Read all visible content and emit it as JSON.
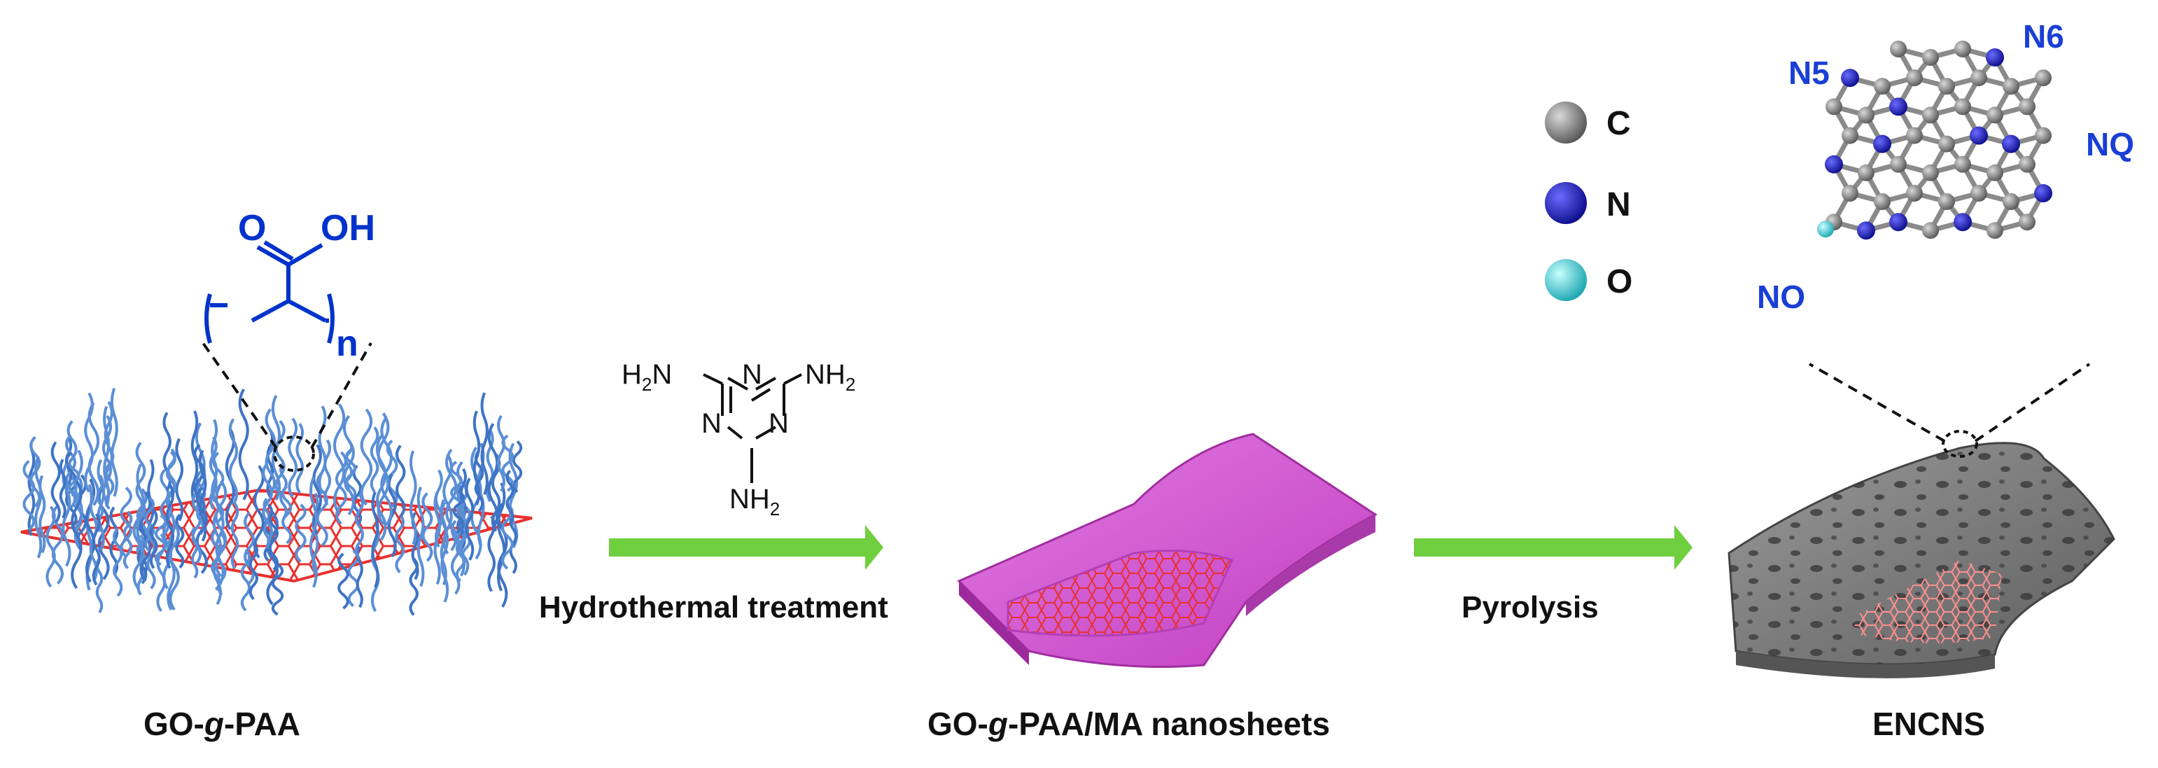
{
  "stages": [
    {
      "label_pre": "GO-",
      "label_em": "g",
      "label_post": "-PAA"
    },
    {
      "label_pre": "GO-",
      "label_em": "g",
      "label_post": "-PAA/MA nanosheets"
    },
    {
      "label": "ENCNS"
    }
  ],
  "steps": [
    {
      "label": "Hydrothermal treatment"
    },
    {
      "label": "Pyrolysis"
    }
  ],
  "paa": {
    "o": "O",
    "oh": "OH",
    "n": "n"
  },
  "melamine": {
    "ring_n": "N",
    "h2n": "H",
    "h2n_sub": "2",
    "h2n_n": "N",
    "nh2_n": "NH",
    "nh2_sub": "2",
    "bottom_n": "NH",
    "bottom_sub": "2"
  },
  "legend": [
    {
      "symbol": "C",
      "color": "#6e6e6e"
    },
    {
      "symbol": "N",
      "color": "#1c1fc4"
    },
    {
      "symbol": "O",
      "color": "#22d3d3"
    }
  ],
  "sites": [
    "N5",
    "N6",
    "NQ",
    "NO"
  ],
  "colors": {
    "accent_blue": "#0033cc",
    "chain_blue": "#5b8fd6",
    "graphene_red": "#e8302e",
    "arrow_green": "#6fcf3f",
    "sheet_magenta": "#d856d8",
    "encns_grey": "#7a7a7a"
  }
}
